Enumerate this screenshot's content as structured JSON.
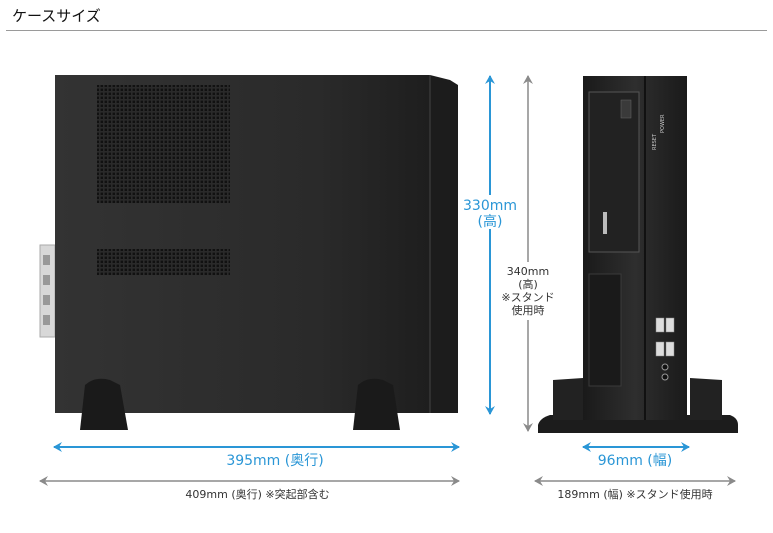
{
  "header": {
    "title": "ケースサイズ"
  },
  "dimensions": {
    "height_main": "330mm",
    "height_main_sub": "(高)",
    "height_stand": "340mm",
    "height_stand_sub": "(高)",
    "height_stand_note1": "※スタンド",
    "height_stand_note2": "使用時",
    "depth_main": "395mm (奥行)",
    "depth_total": "409mm (奥行) ※突起部含む",
    "width_main": "96mm (幅)",
    "width_stand": "189mm (幅) ※スタンド使用時"
  },
  "front_panel": {
    "reset_label": "RESET",
    "power_label": "POWER"
  },
  "colors": {
    "accent_blue": "#2a96d6",
    "gray_arrow": "#8a8a8a",
    "case_body": "#2b2b2b"
  }
}
